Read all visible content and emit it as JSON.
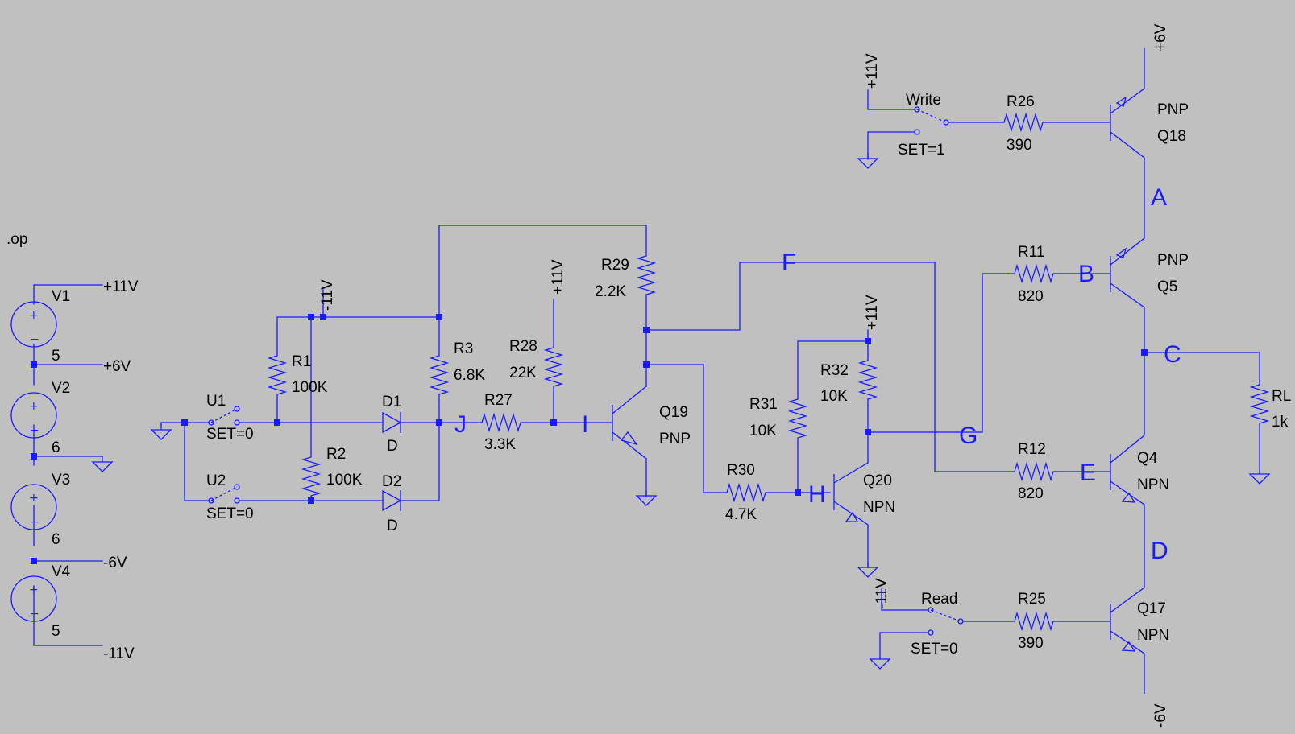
{
  "directive": ".op",
  "sources": [
    {
      "name": "V1",
      "value": "5"
    },
    {
      "name": "V2",
      "value": "6"
    },
    {
      "name": "V3",
      "value": "6"
    },
    {
      "name": "V4",
      "value": "5"
    }
  ],
  "rails": {
    "p11": "+11V",
    "p6": "+6V",
    "n6": "-6V",
    "n11": "-11V"
  },
  "switches": {
    "u1": {
      "name": "U1",
      "set": "SET=0"
    },
    "u2": {
      "name": "U2",
      "set": "SET=0"
    },
    "write": {
      "name": "Write",
      "set": "SET=1"
    },
    "read": {
      "name": "Read",
      "set": "SET=0"
    }
  },
  "resistors": {
    "r1": {
      "name": "R1",
      "value": "100K"
    },
    "r2": {
      "name": "R2",
      "value": "100K"
    },
    "r3": {
      "name": "R3",
      "value": "6.8K"
    },
    "r27": {
      "name": "R27",
      "value": "3.3K"
    },
    "r28": {
      "name": "R28",
      "value": "22K"
    },
    "r29": {
      "name": "R29",
      "value": "2.2K"
    },
    "r30": {
      "name": "R30",
      "value": "4.7K"
    },
    "r31": {
      "name": "R31",
      "value": "10K"
    },
    "r32": {
      "name": "R32",
      "value": "10K"
    },
    "r11": {
      "name": "R11",
      "value": "820"
    },
    "r12": {
      "name": "R12",
      "value": "820"
    },
    "r25": {
      "name": "R25",
      "value": "390"
    },
    "r26": {
      "name": "R26",
      "value": "390"
    },
    "rl": {
      "name": "RL",
      "value": "1k"
    }
  },
  "diodes": {
    "d1": {
      "name": "D1",
      "model": "D"
    },
    "d2": {
      "name": "D2",
      "model": "D"
    }
  },
  "transistors": {
    "q18": {
      "name": "Q18",
      "type": "PNP"
    },
    "q5": {
      "name": "Q5",
      "type": "PNP"
    },
    "q4": {
      "name": "Q4",
      "type": "NPN"
    },
    "q17": {
      "name": "Q17",
      "type": "NPN"
    },
    "q19": {
      "name": "Q19",
      "type": "PNP"
    },
    "q20": {
      "name": "Q20",
      "type": "NPN"
    }
  },
  "nodes": {
    "a": "A",
    "b": "B",
    "c": "C",
    "d": "D",
    "e": "E",
    "f": "F",
    "g": "G",
    "h": "H",
    "i": "I",
    "j": "J"
  }
}
